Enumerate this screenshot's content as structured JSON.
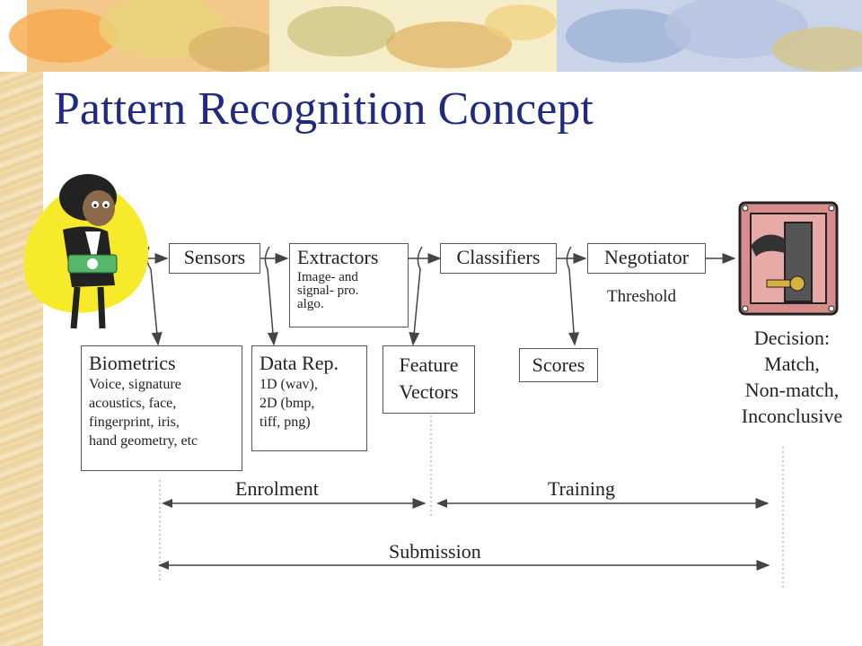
{
  "slide": {
    "title": "Pattern Recognition Concept",
    "stages": {
      "sensors": "Sensors",
      "extractors": "Extractors",
      "extractors_note": [
        "Image- and",
        "signal- pro.",
        "algo."
      ],
      "classifiers": "Classifiers",
      "negotiator": "Negotiator",
      "negotiator_note": "Threshold"
    },
    "outputs": {
      "biometrics_title": "Biometrics",
      "biometrics_lines": [
        "Voice, signature",
        "acoustics, face,",
        "fingerprint, iris,",
        "hand geometry, etc"
      ],
      "data_rep_title": "Data Rep.",
      "data_rep_lines": [
        "1D (wav),",
        "2D (bmp,",
        "tiff, png)"
      ],
      "feature_vectors_lines": [
        "Feature",
        "Vectors"
      ],
      "scores": "Scores",
      "decision_lines": [
        "Decision:",
        "Match,",
        "Non-match,",
        "Inconclusive"
      ]
    },
    "phases": {
      "enrolment": "Enrolment",
      "training": "Training",
      "submission": "Submission"
    },
    "colors": {
      "title": "#1f2a80",
      "box_border": "#555555",
      "arrow": "#444444",
      "side_strip": "#f0d9a8"
    },
    "icons": {
      "person": "person-with-money-icon",
      "decision": "padlock-key-icon"
    }
  }
}
